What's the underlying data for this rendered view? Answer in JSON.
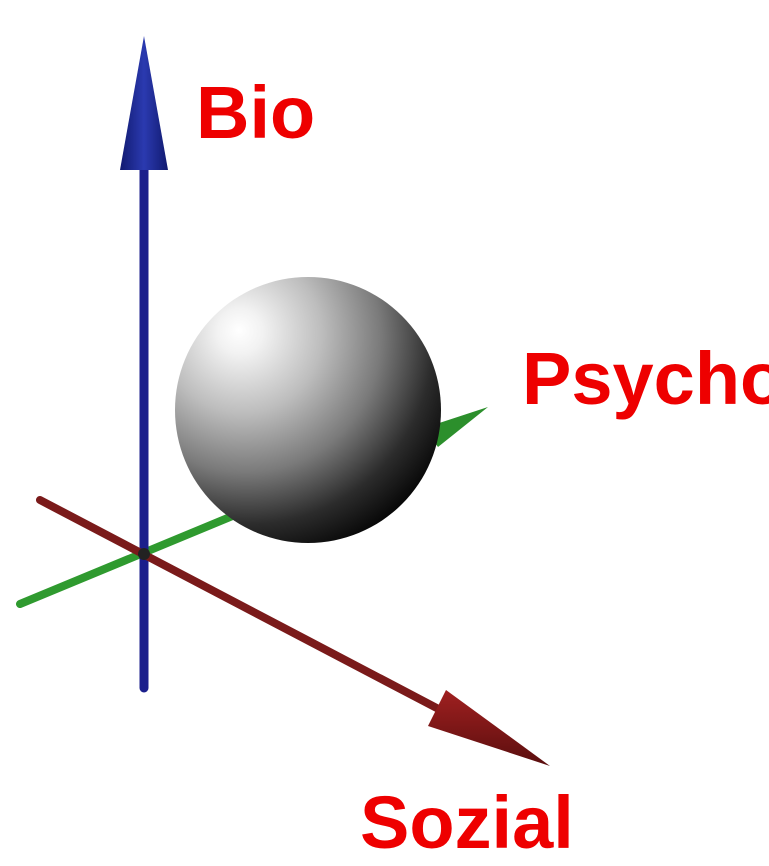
{
  "labels": {
    "bio": "Bio",
    "psycho": "Psycho",
    "sozial": "Sozial"
  },
  "colors": {
    "label": "#ee0000",
    "bio_axis": "#1b1f8c",
    "psycho_axis": "#2f9a2f",
    "sozial_axis": "#7a1a1a",
    "sphere_light": "#ffffff",
    "sphere_dark": "#050505",
    "background": "#ffffff"
  }
}
